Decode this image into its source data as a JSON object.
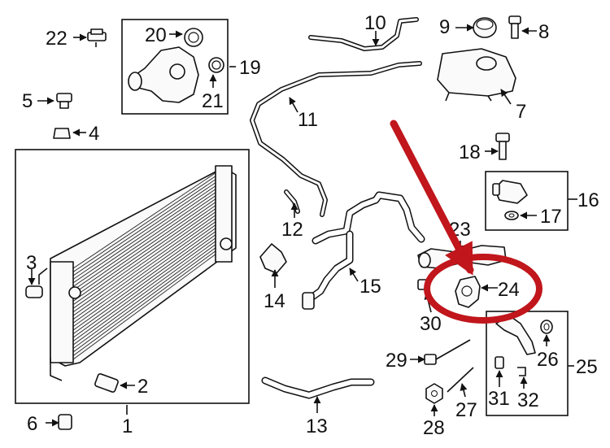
{
  "diagram": {
    "callouts": {
      "c1": "1",
      "c2": "2",
      "c3": "3",
      "c4": "4",
      "c5": "5",
      "c6": "6",
      "c7": "7",
      "c8": "8",
      "c9": "9",
      "c10": "10",
      "c11": "11",
      "c12": "12",
      "c13": "13",
      "c14": "14",
      "c15": "15",
      "c16": "16",
      "c17": "17",
      "c18": "18",
      "c19": "19",
      "c20": "20",
      "c21": "21",
      "c22": "22",
      "c23": "23",
      "c24": "24",
      "c25": "25",
      "c26": "26",
      "c27": "27",
      "c28": "28",
      "c29": "29",
      "c30": "30",
      "c31": "31",
      "c32": "32"
    },
    "highlight": {
      "part": "24",
      "color": "#c0161c"
    }
  }
}
